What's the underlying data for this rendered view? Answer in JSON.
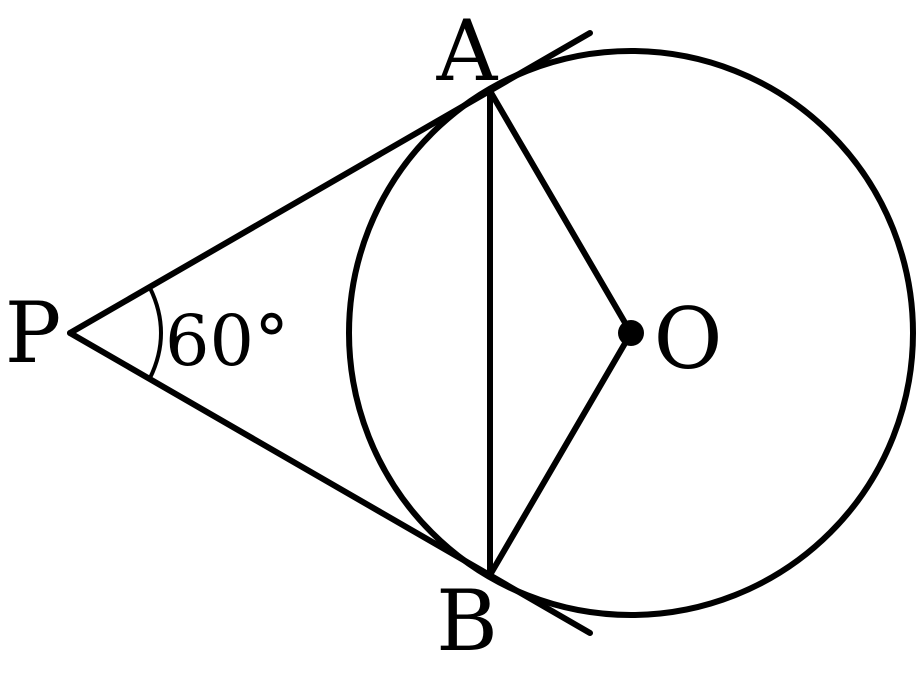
{
  "diagram": {
    "points": {
      "A": "A",
      "B": "B",
      "P": "P",
      "O": "O"
    },
    "angle_label": "60°",
    "colors": {
      "stroke": "#000000",
      "background": "#ffffff"
    }
  }
}
